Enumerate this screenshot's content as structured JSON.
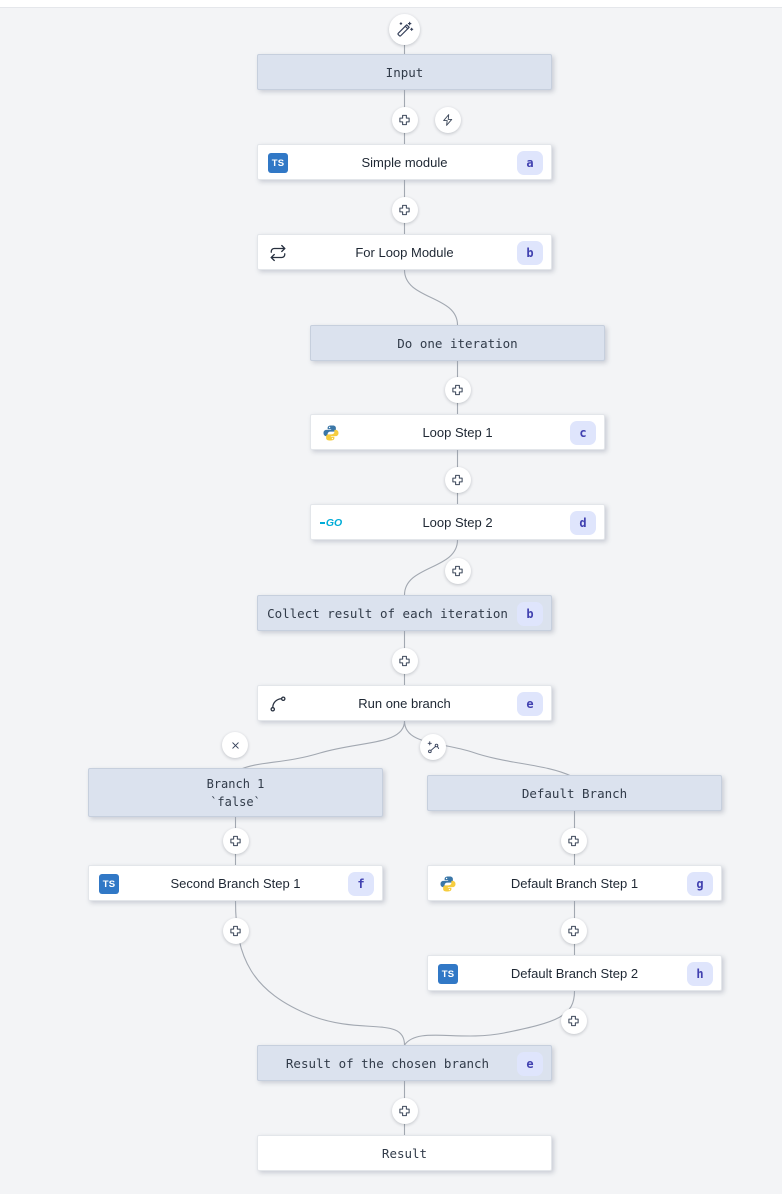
{
  "flow": {
    "nodes": {
      "input": {
        "label": "Input"
      },
      "simple_module": {
        "label": "Simple module",
        "badge": "a"
      },
      "for_loop": {
        "label": "For Loop Module",
        "badge": "b"
      },
      "do_one_iteration": {
        "label": "Do one iteration"
      },
      "loop_step_1": {
        "label": "Loop Step 1",
        "badge": "c"
      },
      "loop_step_2": {
        "label": "Loop Step 2",
        "badge": "d"
      },
      "collect_result": {
        "label": "Collect result of each iteration",
        "badge": "b"
      },
      "run_one_branch": {
        "label": "Run one branch",
        "badge": "e"
      },
      "branch_1": {
        "label": "Branch 1",
        "condition": "`false`"
      },
      "default_branch": {
        "label": "Default Branch"
      },
      "second_branch_step_1": {
        "label": "Second Branch Step 1",
        "badge": "f"
      },
      "default_branch_step_1": {
        "label": "Default Branch Step 1",
        "badge": "g"
      },
      "default_branch_step_2": {
        "label": "Default Branch Step 2",
        "badge": "h"
      },
      "result_of_chosen_branch": {
        "label": "Result of the chosen branch",
        "badge": "e"
      },
      "result": {
        "label": "Result"
      }
    },
    "language_chips": {
      "typescript": "TS",
      "go": "GO"
    },
    "colors": {
      "canvas_bg": "#f3f4f6",
      "step_bg": "#ffffff",
      "virtual_bg": "#dbe2ee",
      "virtual_border": "#c6cfdd",
      "badge_bg": "#dfe5fc",
      "badge_text": "#4141b0",
      "connector": "#a2a8b1",
      "typescript_blue": "#3178c6",
      "python_blue": "#3b77a8",
      "python_yellow": "#f6cd3f",
      "go_cyan": "#00acd7",
      "icon_stroke": "#36415a"
    }
  }
}
